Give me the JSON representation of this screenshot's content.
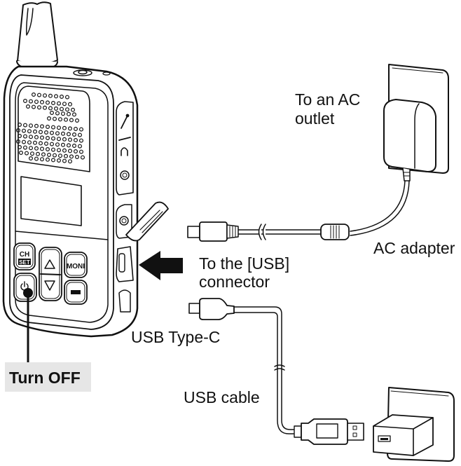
{
  "diagram": {
    "title": "Charging the transceiver with the AC adapter or USB cable",
    "labels": {
      "ac_outlet_line1": "To an AC",
      "ac_outlet_line2": "outlet",
      "ac_adapter": "AC adapter",
      "usb_connector_line1": "To the [USB]",
      "usb_connector_line2": "connector",
      "usb_type_c": "USB Type-C",
      "usb_cable": "USB cable",
      "turn_off": "Turn OFF"
    },
    "radio_keys": {
      "ch": "CH",
      "set": "SET",
      "moni": "MONI"
    },
    "icons": {
      "power": "power-icon",
      "up": "triangle-up-icon",
      "down": "triangle-down-icon",
      "lock": "key-lock-icon",
      "mic": "microphone-icon",
      "headphone": "headphone-icon",
      "arrow": "arrow-left-icon"
    },
    "colors": {
      "line": "#111111",
      "label_bg": "#e6e6e6",
      "background": "#ffffff"
    }
  }
}
